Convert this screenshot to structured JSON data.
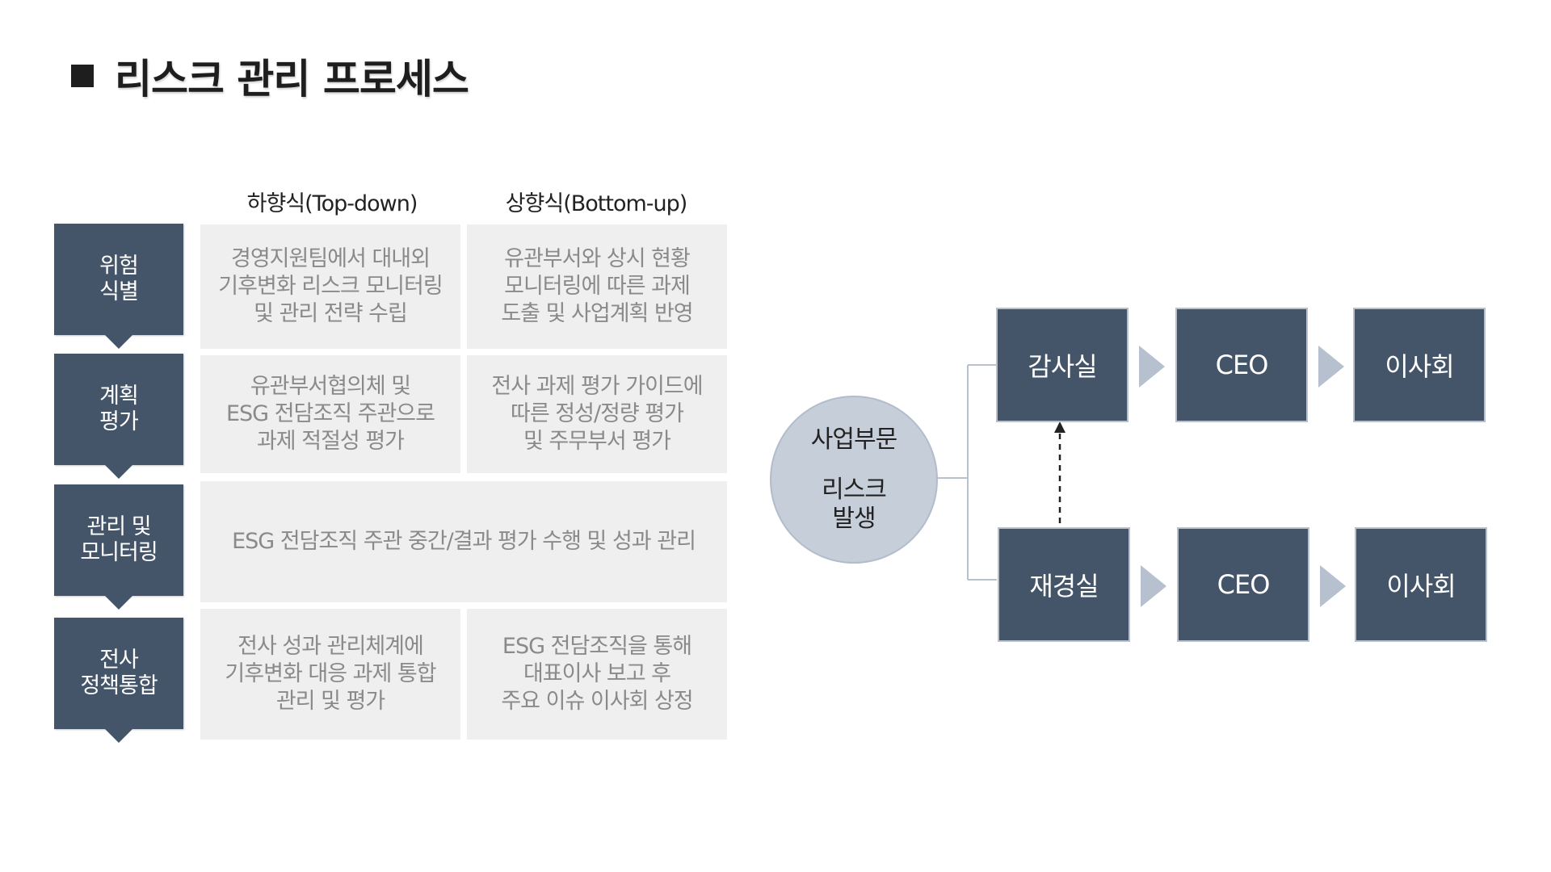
{
  "title": "리스크 관리 프로세스",
  "columns": {
    "top_down": "하향식(Top-down)",
    "bottom_up": "상향식(Bottom-up)"
  },
  "stages": [
    {
      "label": "위험\n식별",
      "top_down": "경영지원팀에서 대내외\n기후변화 리스크 모니터링\n및 관리 전략 수립",
      "bottom_up": "유관부서와 상시 현황\n모니터링에 따른 과제\n도출 및 사업계획 반영"
    },
    {
      "label": "계획\n평가",
      "top_down": "유관부서협의체 및\nESG 전담조직 주관으로\n과제 적절성 평가",
      "bottom_up": "전사 과제 평가 가이드에\n따른 정성/정량 평가\n및 주무부서 평가"
    },
    {
      "label": "관리 및\n모니터링",
      "merged": "ESG 전담조직 주관 중간/결과 평가 수행 및 성과 관리"
    },
    {
      "label": "전사\n정책통합",
      "top_down": "전사 성과 관리체계에\n기후변화 대응 과제 통합\n관리 및 평가",
      "bottom_up": "ESG 전담조직을 통해\n대표이사 보고 후\n주요 이슈 이사회 상정"
    }
  ],
  "source": {
    "line1": "사업부문",
    "line2": "리스크\n발생"
  },
  "flows": [
    {
      "start": "감사실",
      "middle": "CEO",
      "end": "이사회"
    },
    {
      "start": "재경실",
      "middle": "CEO",
      "end": "이사회"
    }
  ],
  "colors": {
    "stage": "#445469",
    "cell": "#efefef",
    "circle": "#c6ceda",
    "arrow": "#b6c0ce"
  }
}
